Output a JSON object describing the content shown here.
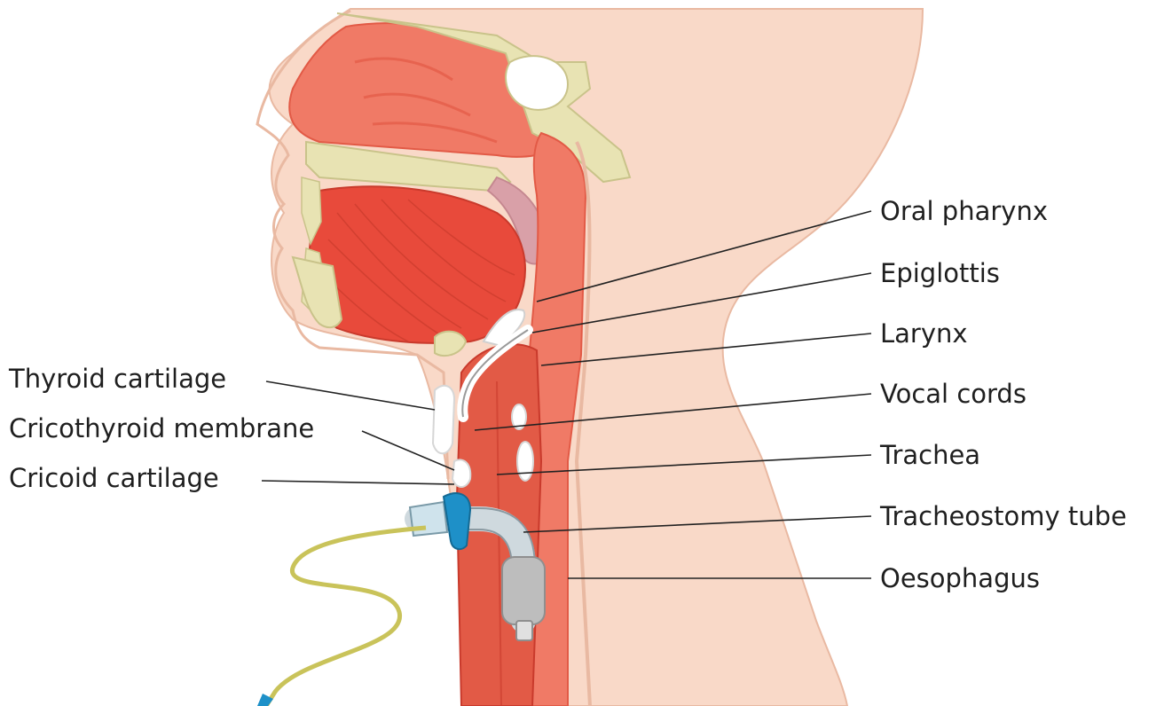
{
  "colors": {
    "skin": "#f9d9c8",
    "skin_outline": "#e9b9a2",
    "tissue": "#f07a66",
    "tissue_dark": "#e25a46",
    "muscle": "#e84a3b",
    "bone": "#e8e3b3",
    "bone_outline": "#c9c38a",
    "cartilage": "#ffffff",
    "tube_blue": "#1e90c8",
    "cuff_gray": "#bdbdbd",
    "wire": "#c9c35a",
    "text": "#1f1f1f"
  },
  "labels": {
    "oral_pharynx": "Oral pharynx",
    "epiglottis": "Epiglottis",
    "larynx": "Larynx",
    "vocal_cords": "Vocal cords",
    "trachea": "Trachea",
    "tracheostomy_tube": "Tracheostomy tube",
    "oesophagus": "Oesophagus",
    "thyroid_cartilage": "Thyroid cartilage",
    "cricothyroid_membrane": "Cricothyroid membrane",
    "cricoid_cartilage": "Cricoid cartilage"
  }
}
